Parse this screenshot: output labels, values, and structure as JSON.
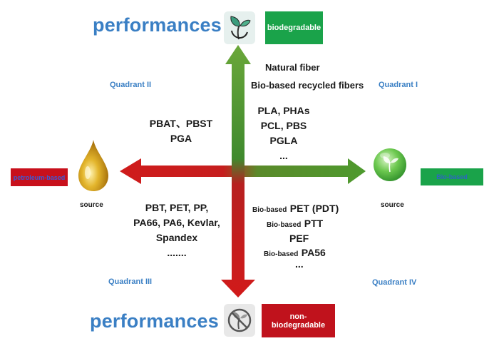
{
  "top": {
    "performances": "performances",
    "badge": "biodegradable"
  },
  "bottom": {
    "performances": "performances",
    "badge_line1": "non-",
    "badge_line2": "biodegradable"
  },
  "left": {
    "badge": "petroleum-based",
    "source": "source"
  },
  "right": {
    "badge": "Bio-based",
    "source": "source"
  },
  "quadrants": {
    "q1": "Quadrant I",
    "q2": "Quadrant II",
    "q3": "Quadrant III",
    "q4": "Quadrant IV"
  },
  "q1_items": {
    "natural_fiber": "Natural fiber",
    "recycled": "Bio-based recycled fibers",
    "list": [
      "PLA, PHAs",
      "PCL, PBS",
      "PGLA",
      "..."
    ]
  },
  "q2_items": [
    "PBAT、PBST",
    "PGA"
  ],
  "q3_items": [
    "PBT, PET, PP,",
    "PA66, PA6, Kevlar,",
    "Spandex",
    "......."
  ],
  "q4_items": [
    {
      "prefix": "Bio-based",
      "name": "PET (PDT)"
    },
    {
      "prefix": "Bio-based",
      "name": "PTT"
    },
    {
      "prefix": "",
      "name": "PEF"
    },
    {
      "prefix": "Bio-based",
      "name": "PA56"
    },
    {
      "prefix": "",
      "name": "..."
    }
  ],
  "colors": {
    "green": "#4e9a2e",
    "red": "#c81e1e",
    "blue_text": "#3a7fc4",
    "badge_green": "#1aa34a",
    "badge_red": "#c0121c"
  },
  "icons": {
    "top": "sprout-leaf-icon",
    "bottom": "no-sprout-icon",
    "left": "oil-drop-icon",
    "right": "green-globe-leaf-icon"
  }
}
